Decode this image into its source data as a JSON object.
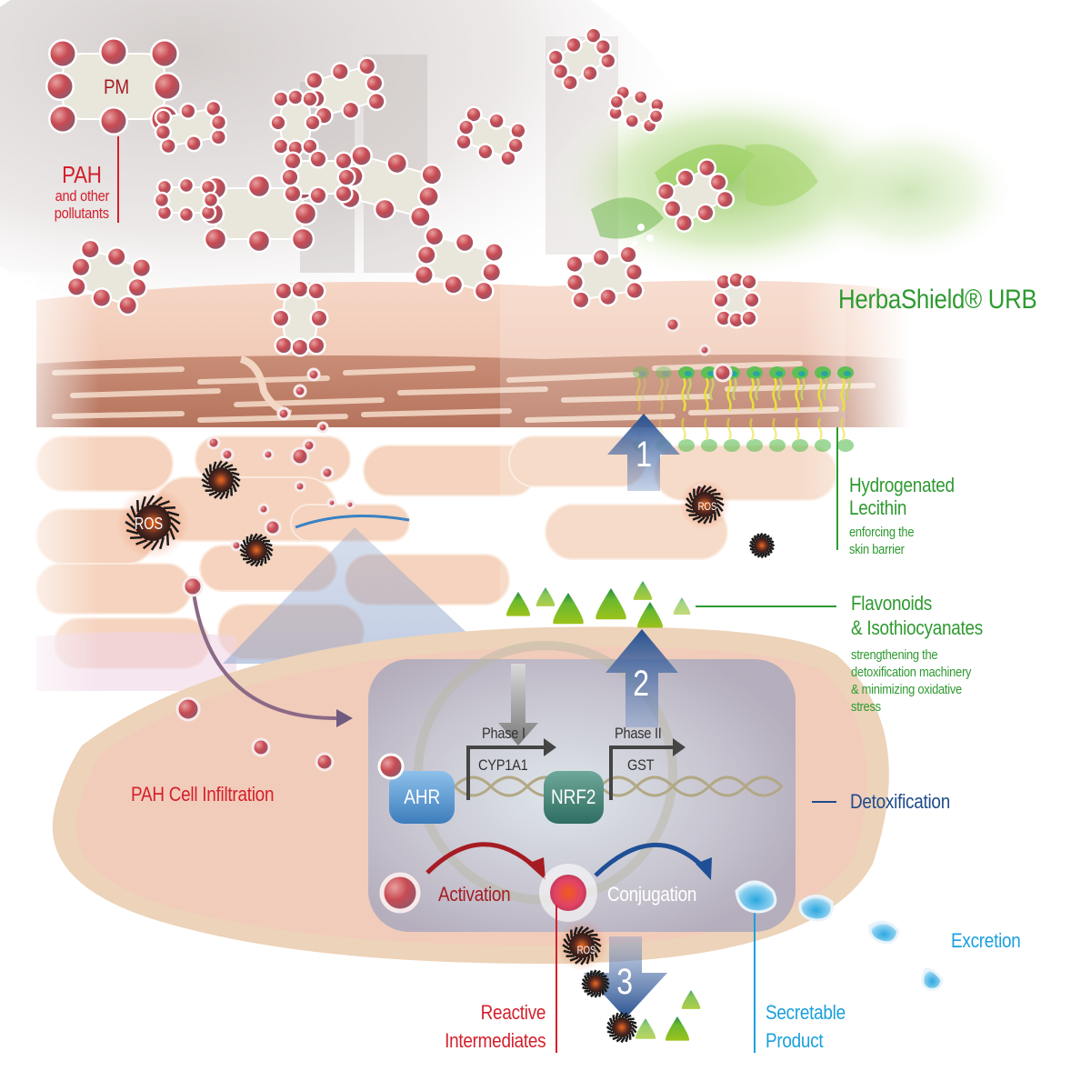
{
  "title": "HerbaShield® URB",
  "pollution": {
    "particle_label": "PM",
    "pah_label": "PAH",
    "pah_sublabel_line1": "and other",
    "pah_sublabel_line2": "pollutants"
  },
  "ingredients": {
    "lecithin": {
      "title_line1": "Hydrogenated",
      "title_line2": "Lecithin",
      "desc_line1": "enforcing the",
      "desc_line2": "skin barrier"
    },
    "flavonoids": {
      "title_line1": "Flavonoids",
      "title_line2": "& Isothiocyanates",
      "desc_line1": "strengthening the",
      "desc_line2": "detoxification machinery",
      "desc_line3": "& minimizing oxidative",
      "desc_line4": "stress"
    }
  },
  "cell": {
    "infiltration_label": "PAH Cell Infiltration",
    "detox_label": "Detoxification",
    "pathway": {
      "phase1_label": "Phase I",
      "phase1_gene": "CYP1A1",
      "phase2_label": "Phase II",
      "phase2_gene": "GST",
      "receptor1": "AHR",
      "receptor2": "NRF2"
    },
    "activation_label": "Activation",
    "conjugation_label": "Conjugation",
    "reactive_line1": "Reactive",
    "reactive_line2": "Intermediates",
    "secretable_line1": "Secretable",
    "secretable_line2": "Product",
    "excretion_label": "Excretion"
  },
  "ros_label": "ROS",
  "steps": [
    "1",
    "2",
    "3"
  ],
  "colors": {
    "pollutant_red": "#d4202c",
    "herb_green": "#2e9a30",
    "detox_navy": "#1e4b8c",
    "excretion_blue": "#1aa0dc",
    "arrow_blue": "#2f5b9c",
    "skin": "#f2cdb8"
  }
}
